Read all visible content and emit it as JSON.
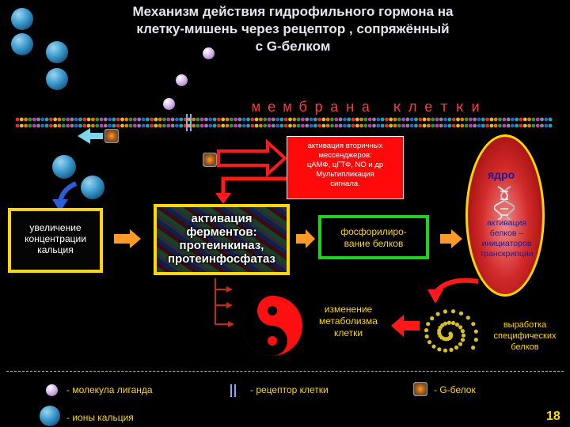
{
  "title": {
    "line1": "Механизм действия гидрофильного гормона на",
    "line2": "клетку-мишень через рецептор , сопряжённый",
    "line3": "с G-белком"
  },
  "membrane_label": "мембрана клетки",
  "messenger_box": {
    "line1": "активация вторичных",
    "line2": "мессенджеров:",
    "line3": "цАМФ, цГТФ, NO и др",
    "line4": "Мультипликация",
    "line5": "сигнала."
  },
  "calcium_box": {
    "line1": "увеличение",
    "line2": "концентрации",
    "line3": "кальция"
  },
  "enzymes_box": {
    "line1": "активация",
    "line2": "ферментов:",
    "line3": "протеинкиназ,",
    "line4": "протеинфосфатаз"
  },
  "phospho_box": {
    "line1": "фосфорилиро-",
    "line2": "вание белков"
  },
  "nucleus": {
    "label": "ядро",
    "line1": "активация",
    "line2": "белков –",
    "line3": "инициаторов",
    "line4": "транскрипции"
  },
  "metabolism": {
    "line1": "изменение",
    "line2": "метаболизма",
    "line3": "клетки"
  },
  "proteins": {
    "line1": "выработка",
    "line2": "специфических",
    "line3": "белков"
  },
  "legend": {
    "ligand": "- молекула лиганда",
    "receptor": "- рецептор клетки",
    "gprotein": "- G-белок",
    "calcium": "- ионы кальция"
  },
  "slide_number": "18",
  "colors": {
    "title": "#e6e6f0",
    "membrane_label": "#ff3b3b",
    "box_yellow": "#ffd700",
    "box_green": "#22d022",
    "arrow_red": "#ff1a1a",
    "arrow_orange": "#ff9a2a",
    "arrow_blue": "#2b5fd6",
    "nucleus_text": "#1a1aa0"
  }
}
